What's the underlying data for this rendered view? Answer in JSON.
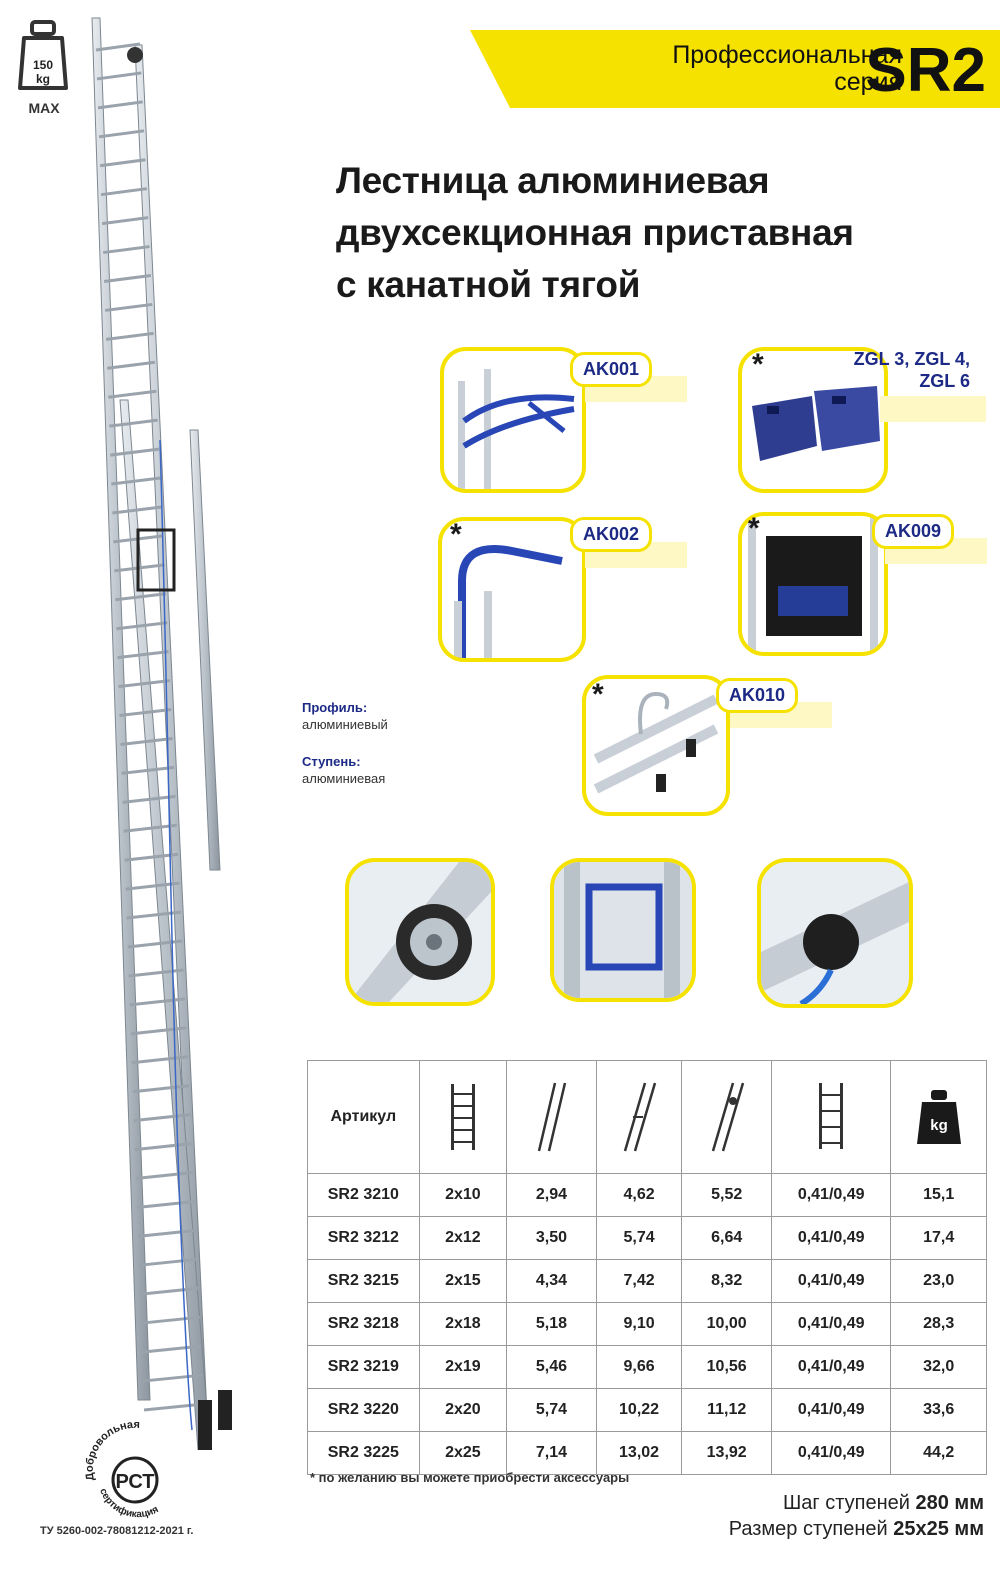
{
  "weight_badge": {
    "number": "150",
    "unit": "kg",
    "max": "MAX"
  },
  "series": {
    "line1": "Профессиональная",
    "line2": "серия",
    "code": "SR2"
  },
  "title": {
    "line1": "Лестница алюминиевая",
    "line2": "двухсекционная приставная",
    "line3": "с канатной тягой"
  },
  "accessories": [
    {
      "code": "AK001",
      "asterisk": ""
    },
    {
      "code": "ZGL 3, ZGL 4,",
      "code_line2": "ZGL 6",
      "asterisk": "*"
    },
    {
      "code": "AK002",
      "asterisk": "*"
    },
    {
      "code": "AK009",
      "asterisk": "*"
    },
    {
      "code": "AK010",
      "asterisk": "*"
    }
  ],
  "specs": {
    "profile_label": "Профиль:",
    "profile_value": "алюминиевый",
    "step_label": "Ступень:",
    "step_value": "алюминиевая"
  },
  "table": {
    "header_first": "Артикул",
    "header_weight_icon": "kg",
    "rows": [
      [
        "SR2 3210",
        "2x10",
        "2,94",
        "4,62",
        "5,52",
        "0,41/0,49",
        "15,1"
      ],
      [
        "SR2 3212",
        "2x12",
        "3,50",
        "5,74",
        "6,64",
        "0,41/0,49",
        "17,4"
      ],
      [
        "SR2 3215",
        "2x15",
        "4,34",
        "7,42",
        "8,32",
        "0,41/0,49",
        "23,0"
      ],
      [
        "SR2 3218",
        "2x18",
        "5,18",
        "9,10",
        "10,00",
        "0,41/0,49",
        "28,3"
      ],
      [
        "SR2 3219",
        "2x19",
        "5,46",
        "9,66",
        "10,56",
        "0,41/0,49",
        "32,0"
      ],
      [
        "SR2 3220",
        "2x20",
        "5,74",
        "10,22",
        "11,12",
        "0,41/0,49",
        "33,6"
      ],
      [
        "SR2 3225",
        "2x25",
        "7,14",
        "13,02",
        "13,92",
        "0,41/0,49",
        "44,2"
      ]
    ]
  },
  "footnote": "* по желанию вы можете приобрести аксессуары",
  "step_pitch": {
    "label": "Шаг ступеней",
    "value": "280 мм"
  },
  "step_size": {
    "label": "Размер ступеней",
    "value": "25x25 мм"
  },
  "certification": {
    "top": "Добровольная",
    "bottom": "сертификация",
    "mark": "РСТ"
  },
  "tu": "ТУ 5260-002-78081212-2021 г.",
  "colors": {
    "yellow": "#f5e200",
    "navy": "#1c2a86",
    "aluminium": "#c9cfd6"
  }
}
